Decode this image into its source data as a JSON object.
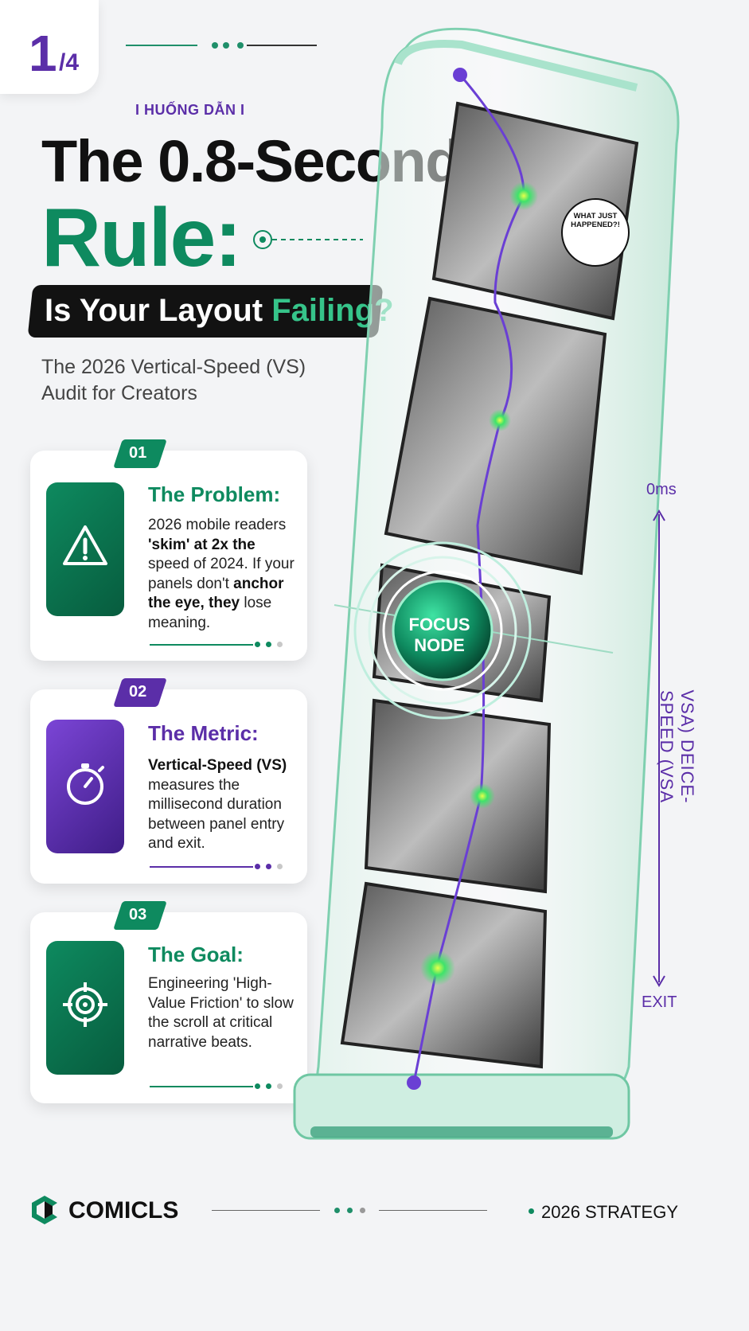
{
  "page": {
    "current": "1",
    "total": "/4"
  },
  "eyebrow": "I HUỐNG DẪN I",
  "title": {
    "line1": "The 0.8-Second",
    "line2": "Rule:",
    "question_prefix": "Is Your Layout ",
    "question_highlight": "Failing?",
    "subtitle": "The 2026 Vertical-Speed (VS) Audit for Creators"
  },
  "cards": [
    {
      "number": "01",
      "title": "The Problem:",
      "body_parts": [
        "2026 mobile readers ",
        "'skim' at 2x the",
        " speed of 2024. If your panels don't ",
        "anchor the eye, they",
        " lose meaning."
      ],
      "icon": "warning-icon",
      "accent": "#0e8a5f"
    },
    {
      "number": "02",
      "title": "The Metric:",
      "body_parts": [
        "",
        "Vertical-Speed (VS)",
        " measures the millisecond duration between panel entry and exit."
      ],
      "icon": "stopwatch-icon",
      "accent": "#5b2ea8"
    },
    {
      "number": "03",
      "title": "The Goal:",
      "body_parts": [
        "Engineering 'High-Value Friction' to slow the scroll at critical narrative beats."
      ],
      "icon": "target-icon",
      "accent": "#0e8a5f"
    }
  ],
  "art": {
    "speech_bubble": "WHAT JUST HAPPENED?!",
    "focus_node": "FOCUS NODE"
  },
  "axis": {
    "top": "0ms",
    "bottom": "EXIT",
    "label": "VSA) DEICE-SPEED (VSA"
  },
  "footer": {
    "brand": "COMICLS",
    "tag": "2026 STRATEGY"
  },
  "colors": {
    "green": "#0e8a5f",
    "purple": "#5b2ea8",
    "dark": "#121212"
  }
}
